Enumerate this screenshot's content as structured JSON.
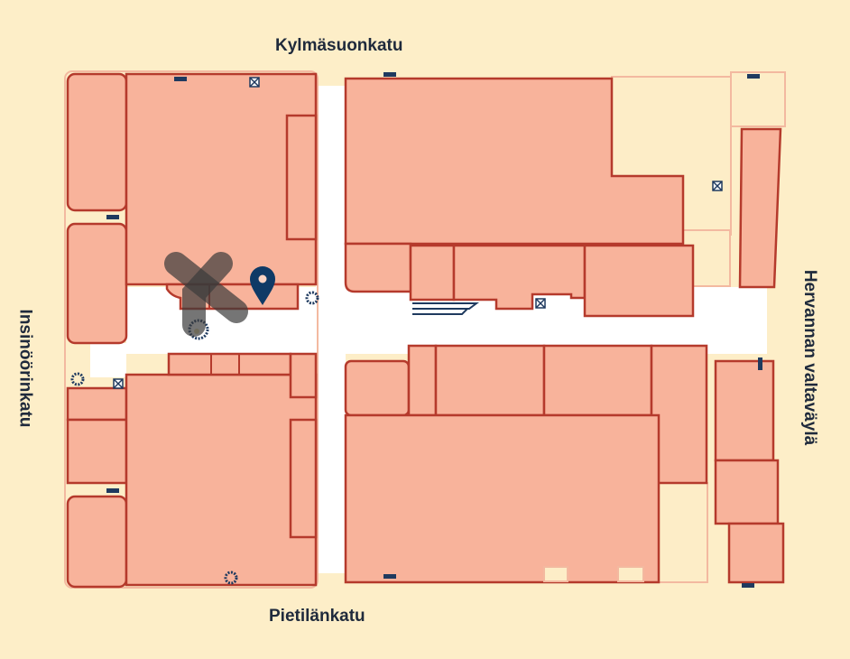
{
  "streets": {
    "north": "Kylmäsuonkatu",
    "south": "Pietilänkatu",
    "west": "Insinöörinkatu",
    "east": "Hervannan valtaväylä"
  },
  "markers": {
    "location_pin": "map-pin-icon",
    "overlay": "x-mark"
  },
  "colors": {
    "background": "#fdeec8",
    "shop_fill": "#f8b39b",
    "shop_stroke": "#b53a2c",
    "pin": "#0f3a66"
  }
}
